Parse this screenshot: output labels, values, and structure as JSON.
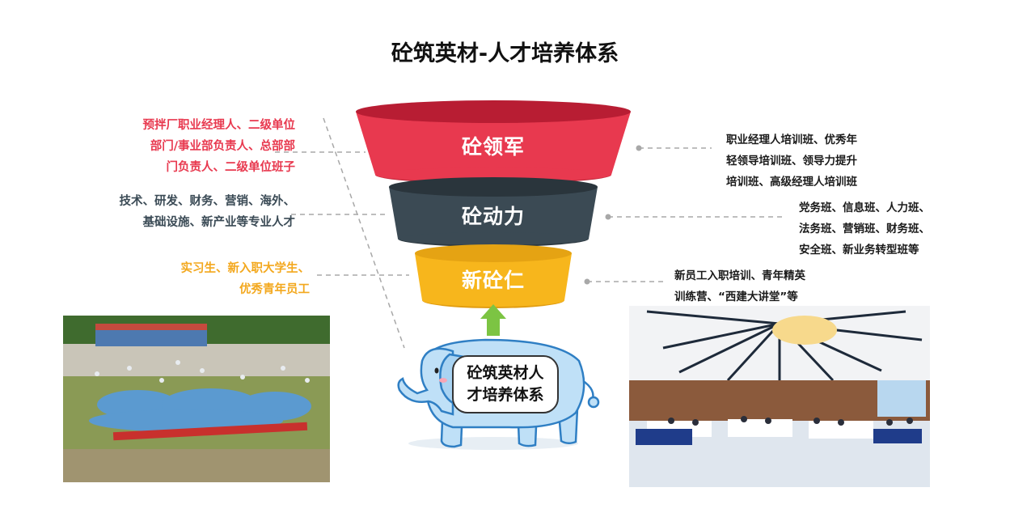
{
  "title": "砼筑英材-人才培养体系",
  "tiers": [
    {
      "name": "砼领军",
      "color": "#e8394f",
      "target_lines": [
        "预拌厂职业经理人、二级单位",
        "部门/事业部负责人、总部部",
        "门负责人、二级单位班子"
      ],
      "program_lines": [
        "职业经理人培训班、优秀年",
        "轻领导培训班、领导力提升",
        "培训班、高级经理人培训班"
      ]
    },
    {
      "name": "砼动力",
      "color": "#3b4a54",
      "target_lines": [
        "技术、研发、财务、营销、海外、",
        "基础设施、新产业等专业人才"
      ],
      "program_lines": [
        "党务班、信息班、人力班、",
        "法务班、营销班、财务班、",
        "安全班、新业务转型班等"
      ]
    },
    {
      "name": "新砼仁",
      "color": "#f7b61c",
      "target_lines": [
        "实习生、新入职大学生、",
        "优秀青年员工"
      ],
      "program_lines": [
        "新员工入职培训、青年精英",
        "训练营、“西建大讲堂”等"
      ]
    }
  ],
  "mascot": {
    "text_lines": [
      "砼筑英材人",
      "才培养体系"
    ]
  },
  "colors": {
    "arrow": "#7cc443",
    "elephant_fill": "#bfe0f7",
    "elephant_stroke": "#2f7fc4",
    "dash": "#a8a8a8"
  }
}
